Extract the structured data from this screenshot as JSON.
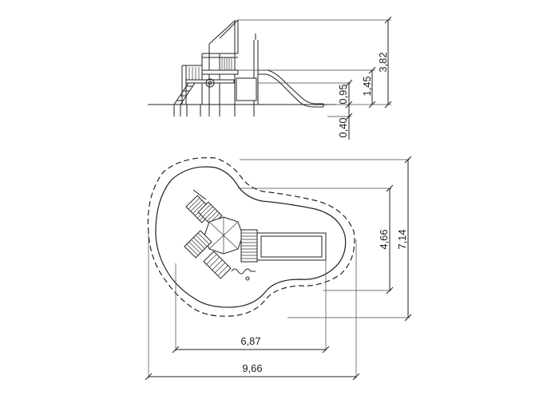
{
  "elevation_view": {
    "dimensions": {
      "total_height": "3,82",
      "platform_high": "1,45",
      "platform_low": "0,95",
      "foundation_depth": "0,40"
    }
  },
  "plan_view": {
    "dimensions": {
      "inner_depth": "4,66",
      "outer_depth": "7,14",
      "inner_width": "6,87",
      "outer_width": "9,66"
    }
  },
  "colors": {
    "line": "#222222",
    "background": "#ffffff"
  }
}
